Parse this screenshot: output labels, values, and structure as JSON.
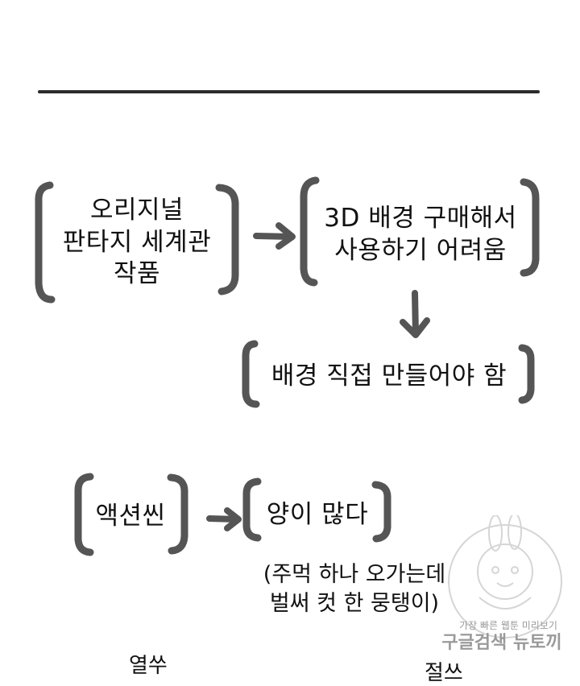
{
  "flow_top": {
    "box1": {
      "lines": [
        "오리지널",
        "판타지 세계관",
        "작품"
      ]
    },
    "box2": {
      "lines": [
        "3D 배경 구매해서",
        "사용하기 어려움"
      ]
    },
    "box3": {
      "lines": [
        "배경 직접 만들어야 함"
      ]
    }
  },
  "flow_bottom": {
    "box4": {
      "text": "액션씬"
    },
    "box5": {
      "text": "양이 많다"
    },
    "note": {
      "lines": [
        "(주먹 하나 오가는데",
        "벌써 컷 한 뭉탱이)"
      ]
    }
  },
  "bottom_words": {
    "left": "열쑤",
    "right": "절쓰"
  },
  "watermark": {
    "line1": "가장 빠른 웹툰 미리보기",
    "line2": "구글검색 뉴토끼"
  },
  "colors": {
    "bracket": "#555555",
    "arrow": "#555555",
    "divider": "#2b2b2b"
  }
}
